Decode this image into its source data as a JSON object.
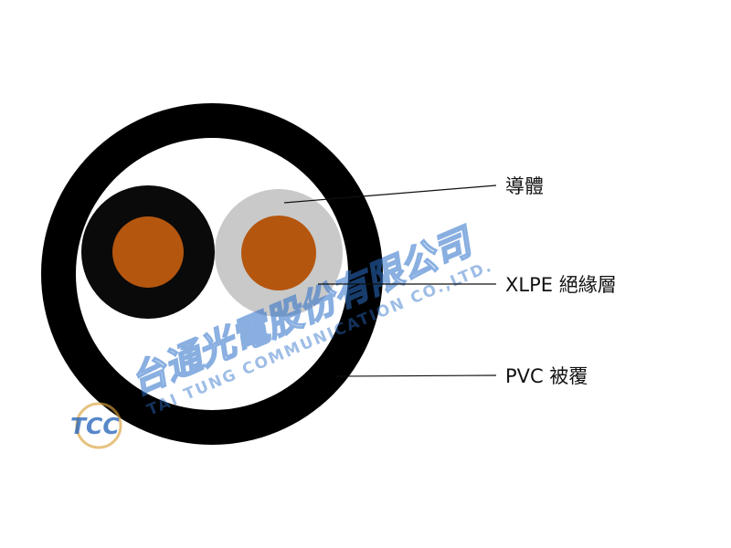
{
  "diagram": {
    "callouts": [
      {
        "id": "conductor",
        "label": "導體"
      },
      {
        "id": "insulation",
        "label": "XLPE 絕緣層"
      },
      {
        "id": "sheath",
        "label": "PVC 被覆"
      }
    ]
  },
  "watermark": {
    "logo_text": "TCC",
    "company_cn": "台通光電股份有限公司",
    "company_en": "TAI TUNG COMMUNICATION CO.,LTD."
  },
  "colors": {
    "sheath": "#000000",
    "filler": "#ffffff",
    "core_black_insulation": "#0a0a0a",
    "core_grey_insulation": "#c9c9c9",
    "copper": "#b5560f",
    "watermark_blue": "#2a6fc9"
  }
}
